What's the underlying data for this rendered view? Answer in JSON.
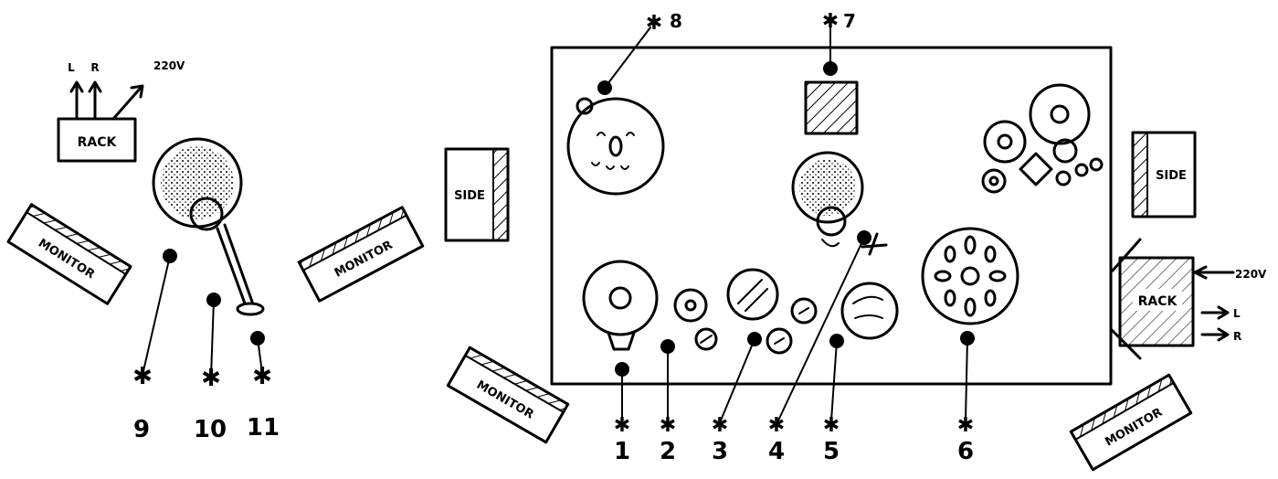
{
  "left_setup": {
    "rack": "RACK",
    "outputs": [
      "L",
      "R"
    ],
    "power": "220V",
    "monitors": [
      "MONITOR",
      "MONITOR"
    ],
    "mic_numbers": [
      "9",
      "10",
      "11"
    ]
  },
  "stage": {
    "side_left": "SIDE",
    "side_right": "SIDE",
    "rack": "RACK",
    "power": "220V",
    "outputs": [
      "L",
      "R"
    ],
    "monitors": [
      "MONITOR",
      "MONITOR"
    ],
    "mic_numbers": [
      "1",
      "2",
      "3",
      "4",
      "5",
      "6",
      "7",
      "8"
    ]
  }
}
